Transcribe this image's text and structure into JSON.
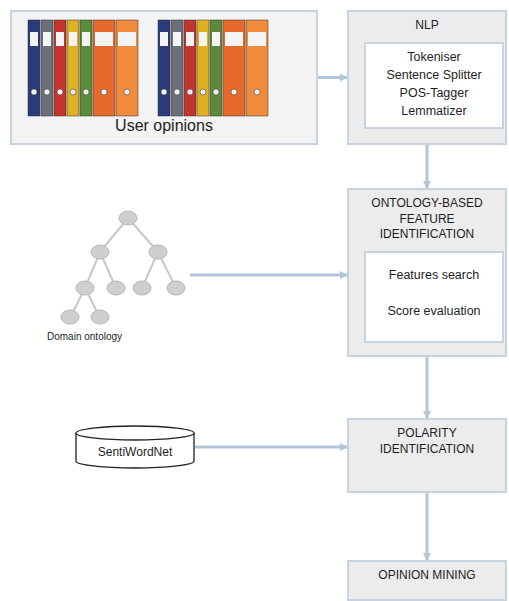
{
  "diagram": {
    "nodes": [
      {
        "text": [
          "User opinions"
        ]
      },
      {
        "text": [
          "NLP"
        ]
      },
      {
        "text": [
          "Tokeniser",
          "Sentence Splitter",
          "POS-Tagger",
          "Lemmatizer"
        ],
        "in": 1
      },
      {
        "text": [
          "ONTOLOGY-BASED FEATURE IDENTIFICATION"
        ]
      },
      {
        "text": [
          "Features search",
          "Score evaluation"
        ],
        "in": 3
      },
      {
        "text": [
          "Domain ontology"
        ]
      },
      {
        "text": [
          "SentiWordNet"
        ]
      },
      {
        "text": [
          "POLARITY IDENTIFICATION"
        ]
      },
      {
        "text": [
          "OPINION MINING"
        ]
      }
    ],
    "edges": [
      {
        "from": 0,
        "to": 1,
        "arrow": "to"
      },
      {
        "from": 1,
        "to": 3,
        "arrow": "to"
      },
      {
        "from": 5,
        "to": 3,
        "arrow": "to"
      },
      {
        "from": 3,
        "to": 7,
        "arrow": "to"
      },
      {
        "from": 6,
        "to": 7,
        "arrow": "to"
      },
      {
        "from": 7,
        "to": 8,
        "arrow": "to"
      }
    ]
  }
}
